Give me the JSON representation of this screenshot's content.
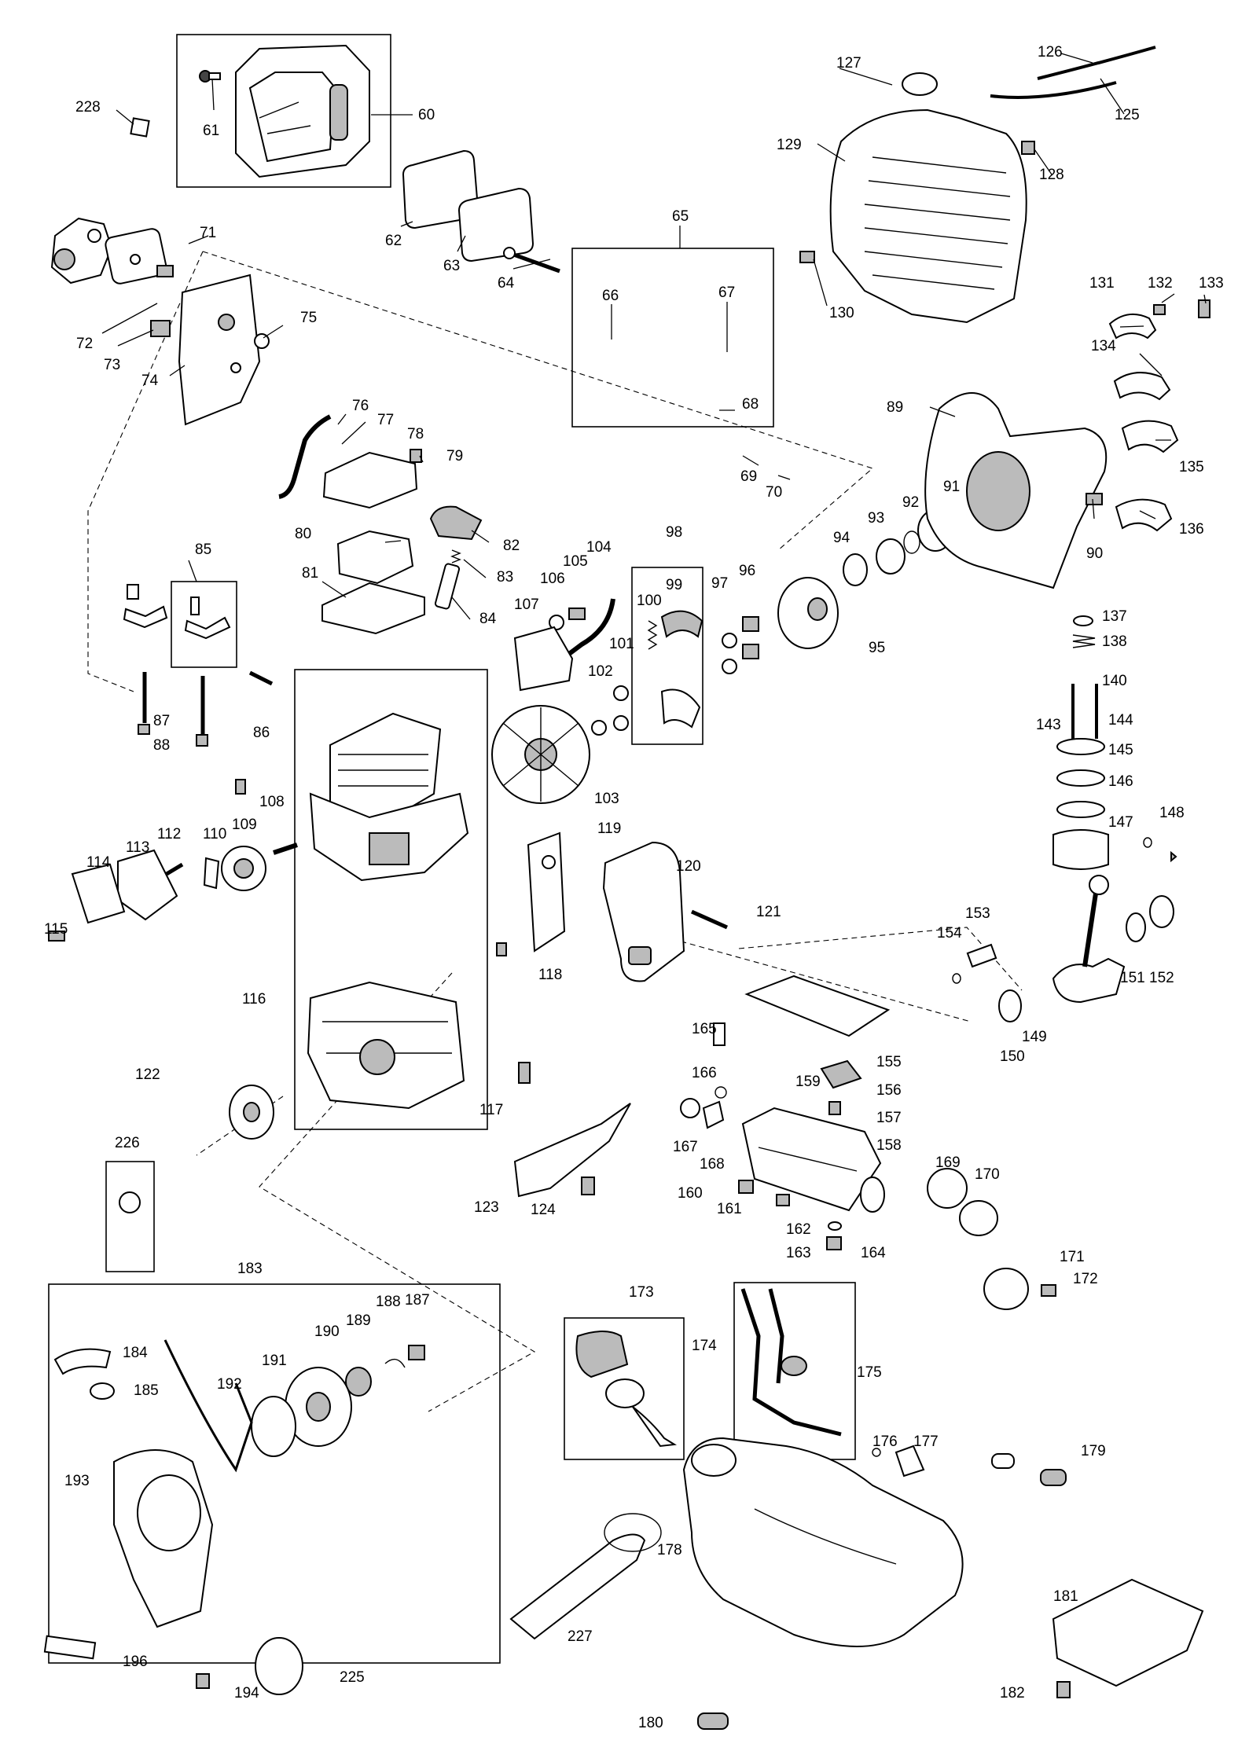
{
  "diagram": {
    "type": "exploded-parts-diagram",
    "part_numbers": [
      "60",
      "61",
      "62",
      "63",
      "64",
      "65",
      "66",
      "67",
      "68",
      "69",
      "70",
      "71",
      "72",
      "73",
      "74",
      "75",
      "76",
      "77",
      "78",
      "79",
      "80",
      "81",
      "82",
      "83",
      "84",
      "85",
      "86",
      "87",
      "88",
      "89",
      "90",
      "91",
      "92",
      "93",
      "94",
      "95",
      "96",
      "97",
      "98",
      "99",
      "100",
      "101",
      "102",
      "103",
      "104",
      "105",
      "106",
      "107",
      "108",
      "109",
      "110",
      "112",
      "113",
      "114",
      "115",
      "116",
      "117",
      "118",
      "119",
      "120",
      "121",
      "122",
      "123",
      "124",
      "125",
      "126",
      "127",
      "128",
      "129",
      "130",
      "131",
      "132",
      "133",
      "134",
      "135",
      "136",
      "137",
      "138",
      "140",
      "143",
      "144",
      "145",
      "146",
      "147",
      "148",
      "149",
      "150",
      "151",
      "152",
      "153",
      "154",
      "155",
      "156",
      "157",
      "158",
      "159",
      "160",
      "161",
      "162",
      "163",
      "164",
      "165",
      "166",
      "167",
      "168",
      "169",
      "170",
      "171",
      "172",
      "173",
      "174",
      "175",
      "176",
      "177",
      "178",
      "179",
      "180",
      "181",
      "182",
      "183",
      "184",
      "185",
      "187",
      "188",
      "189",
      "190",
      "191",
      "192",
      "193",
      "194",
      "196",
      "225",
      "226",
      "227",
      "228"
    ]
  }
}
